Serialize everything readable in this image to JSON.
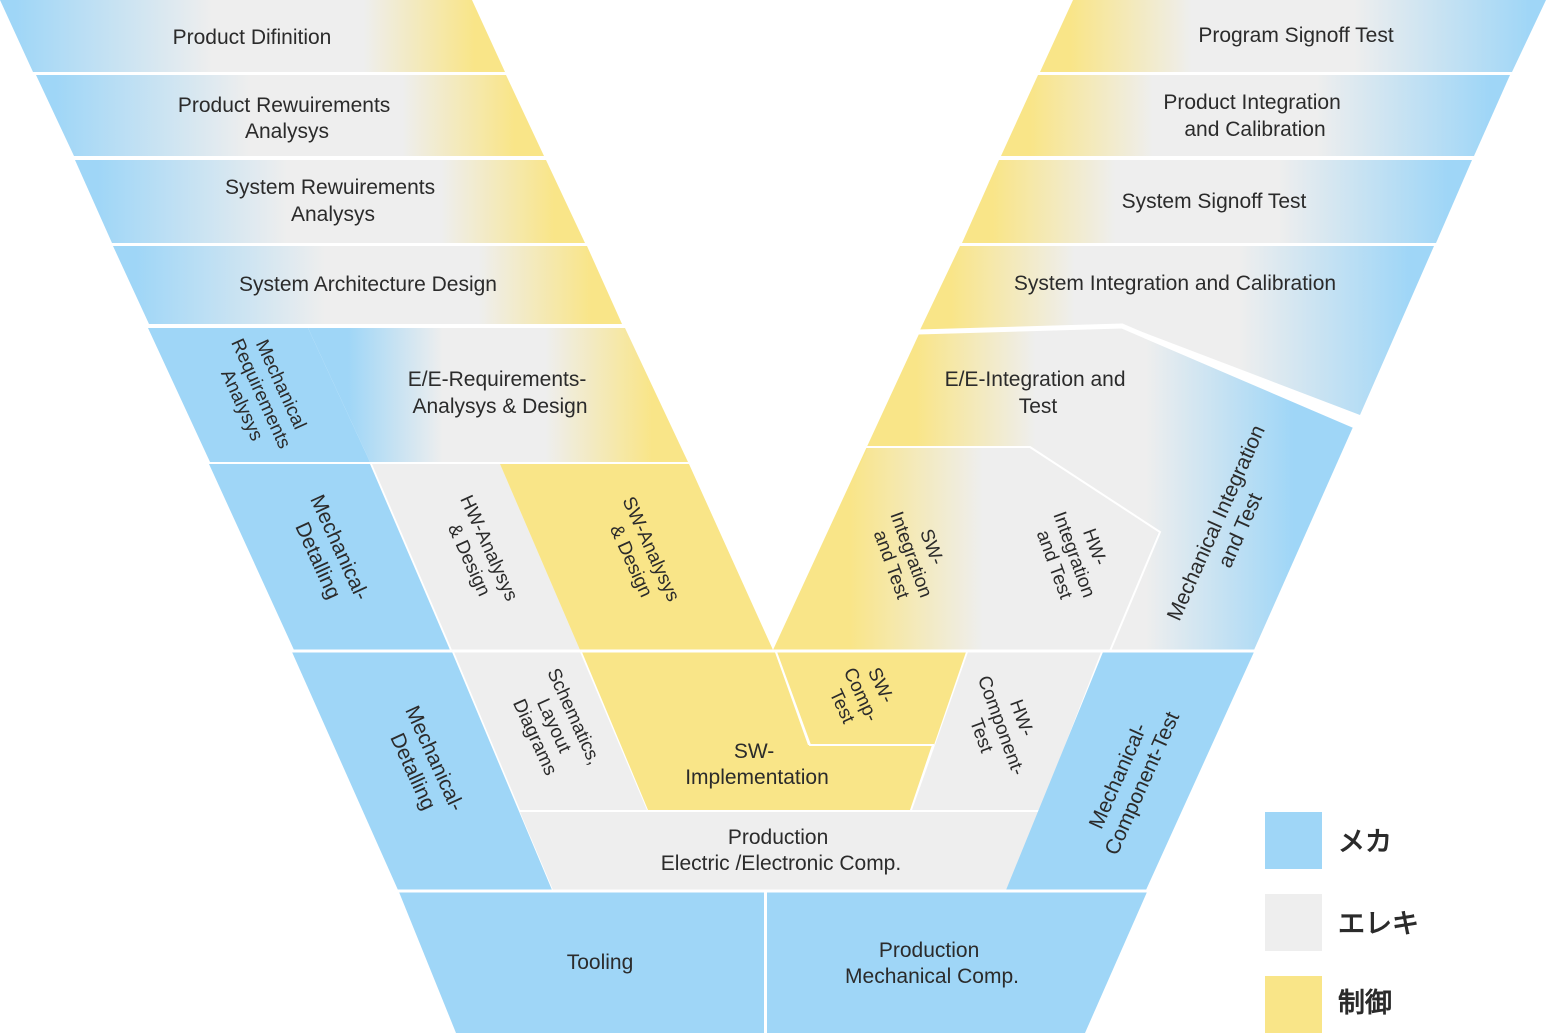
{
  "colors": {
    "mecha": "#9fd6f7",
    "elec": "#eeeeee",
    "control": "#f9e588",
    "text": "#2b2b2b",
    "divider": "#ffffff"
  },
  "left_arm": {
    "product_definition": "Product Difinition",
    "product_requirements": [
      "Product Rewuirements",
      "Analysys"
    ],
    "system_requirements": [
      "System Rewuirements",
      "Analysys"
    ],
    "system_architecture": "System Architecture Design",
    "mechanical_requirements": [
      "Mechanical",
      "Requirements",
      "Analysys"
    ],
    "ee_requirements": [
      "E/E-Requirements-",
      "Analysys & Design"
    ],
    "mechanical_detailing_upper": [
      "Mechanical-",
      "Detalling"
    ],
    "hw_analysis": [
      "HW-Analysys",
      "& Design"
    ],
    "sw_analysis": [
      "SW-Analysys",
      "& Design"
    ],
    "mechanical_detailing_lower": [
      "Mechanical-",
      "Detalling"
    ],
    "schematics": [
      "Schematics,",
      "Layout",
      "Diagrams"
    ]
  },
  "bottom": {
    "sw_implementation": [
      "SW-",
      "Implementation"
    ],
    "production_electric": [
      "Production",
      "Electric /Electronic Comp."
    ],
    "tooling": "Tooling",
    "production_mechanical": [
      "Production",
      "Mechanical Comp."
    ]
  },
  "right_arm": {
    "program_signoff": "Program Signoff Test",
    "product_integration": [
      "Product Integration",
      "and Calibration"
    ],
    "system_signoff": "System Signoff Test",
    "system_integration": "System Integration and Calibration",
    "ee_integration": [
      "E/E-Integration and",
      "Test"
    ],
    "mechanical_integration": [
      "Mechanical Integration",
      "and Test"
    ],
    "sw_integration": [
      "SW-",
      "Integration",
      "and Test"
    ],
    "hw_integration": [
      "HW-",
      "Integration",
      "and Test"
    ],
    "sw_comp_test": [
      "SW-",
      "Comp-",
      "Test"
    ],
    "hw_component_test": [
      "HW-",
      "Component-",
      "Test"
    ],
    "mechanical_component_test": [
      "Mechanical-",
      "Component-Test"
    ]
  },
  "legend": [
    {
      "label": "メカ",
      "color": "#9fd6f7"
    },
    {
      "label": "エレキ",
      "color": "#eeeeee"
    },
    {
      "label": "制御",
      "color": "#f9e588"
    }
  ]
}
